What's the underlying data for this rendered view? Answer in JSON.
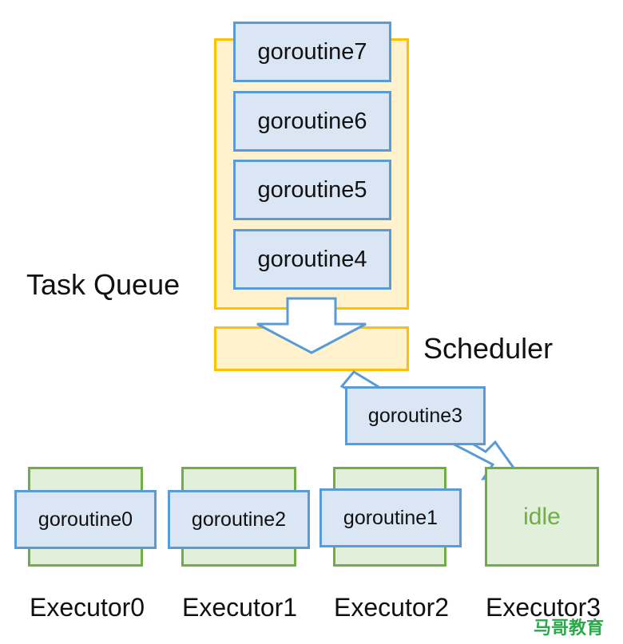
{
  "task_queue": {
    "label": "Task Queue",
    "items": [
      "goroutine7",
      "goroutine6",
      "goroutine5",
      "goroutine4"
    ]
  },
  "scheduler": {
    "label": "Scheduler",
    "dispatched": "goroutine3"
  },
  "executors": [
    {
      "label": "Executor0",
      "content": "goroutine0"
    },
    {
      "label": "Executor1",
      "content": "goroutine2"
    },
    {
      "label": "Executor2",
      "content": "goroutine1"
    },
    {
      "label": "Executor3",
      "content": "idle"
    }
  ],
  "watermark": "马哥教育",
  "colors": {
    "queue_fill": "#fff2cc",
    "queue_border": "#ffc000",
    "goroutine_fill": "#dae6f4",
    "goroutine_border": "#5b9bd5",
    "executor_fill": "#e2efda",
    "executor_border": "#70ad47",
    "idle_text": "#70ad47"
  }
}
